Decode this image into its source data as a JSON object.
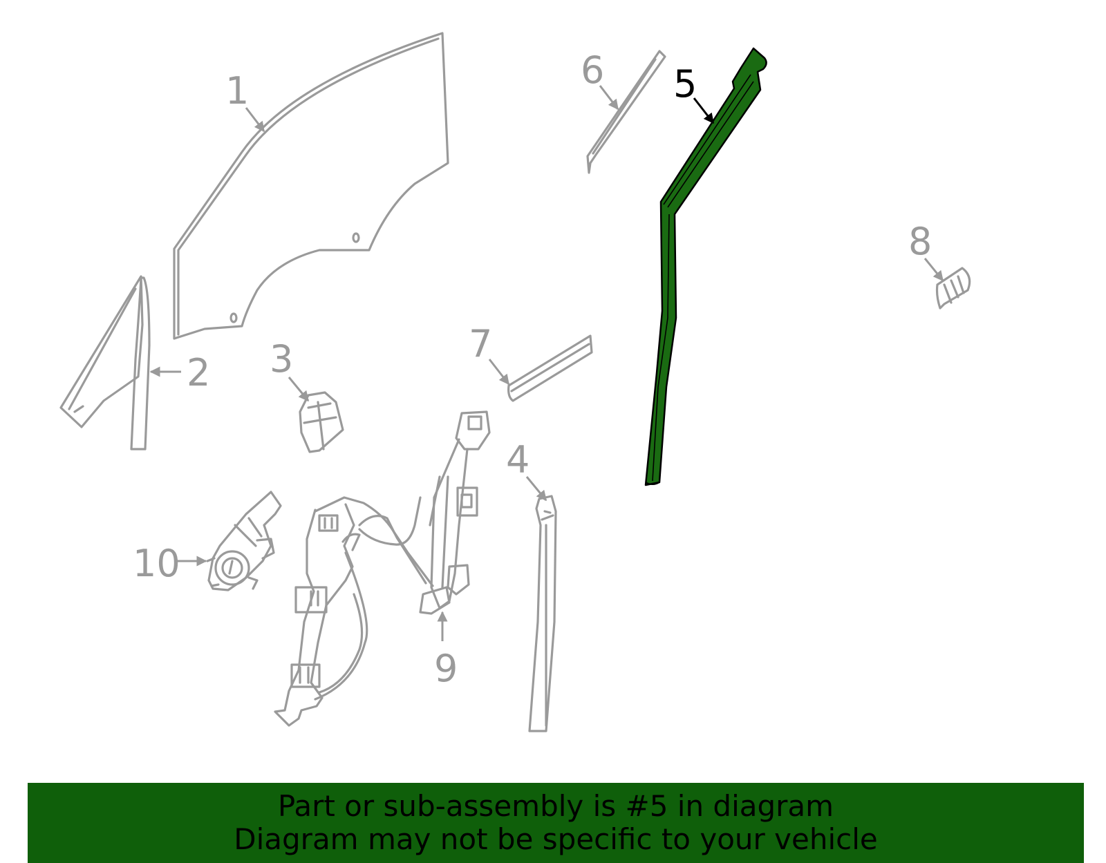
{
  "callouts": [
    "1",
    "2",
    "3",
    "4",
    "5",
    "6",
    "7",
    "8",
    "9",
    "10"
  ],
  "highlighted_callout": "5",
  "colors": {
    "highlight": "#1a6b12",
    "outline": "#9a9a9a",
    "banner": "#0f5f0a"
  },
  "banner": {
    "line1": "Part or sub-assembly is #5 in diagram",
    "line2": "Diagram may not be specific to your vehicle"
  }
}
